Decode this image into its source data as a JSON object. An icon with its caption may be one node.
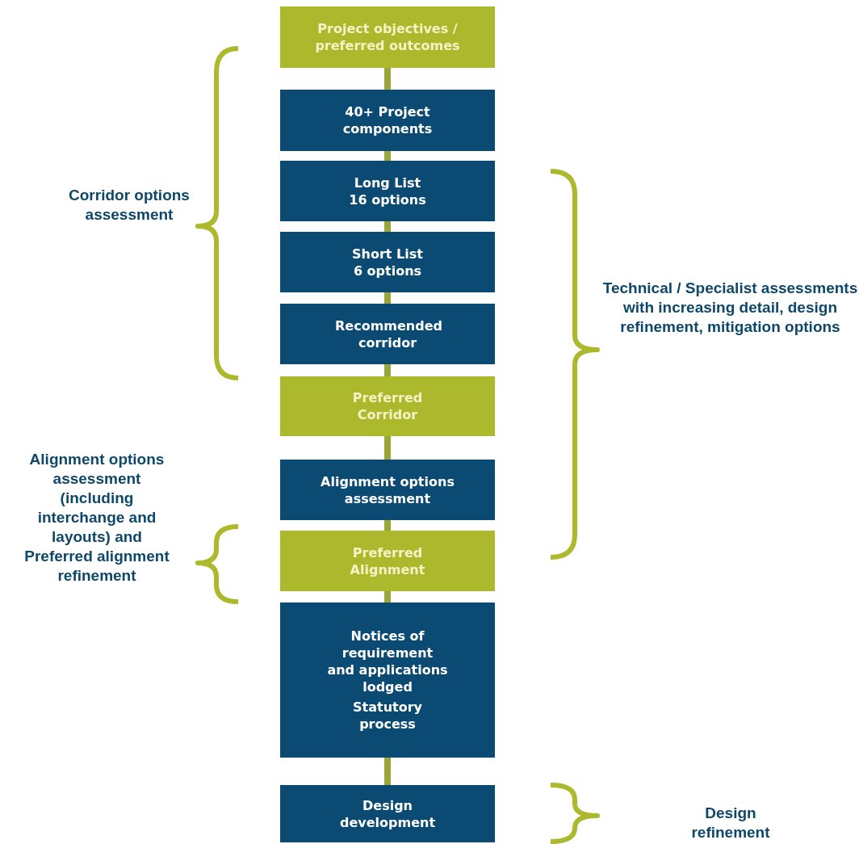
{
  "diagram": {
    "nodes": [
      {
        "text": [
          "Project objectives / preferred outcomes"
        ]
      },
      {
        "text": [
          "40+ Project components"
        ]
      },
      {
        "text": [
          "Long List 16 options"
        ]
      },
      {
        "text": [
          "Short List 6 options"
        ]
      },
      {
        "text": [
          "Recommended corridor"
        ]
      },
      {
        "text": [
          "Preferred Corridor"
        ]
      },
      {
        "text": [
          "Alignment options assessment"
        ]
      },
      {
        "text": [
          "Preferred Alignment"
        ]
      },
      {
        "text": [
          "Notices of requirement and applications lodged",
          "Statutory process"
        ]
      },
      {
        "text": [
          "Design development"
        ]
      }
    ],
    "edges": [
      {
        "from": 0,
        "to": 1,
        "arrow": "none"
      },
      {
        "from": 1,
        "to": 2,
        "arrow": "none"
      },
      {
        "from": 2,
        "to": 3,
        "arrow": "none"
      },
      {
        "from": 3,
        "to": 4,
        "arrow": "none"
      },
      {
        "from": 4,
        "to": 5,
        "arrow": "none"
      },
      {
        "from": 5,
        "to": 6,
        "arrow": "none"
      },
      {
        "from": 6,
        "to": 7,
        "arrow": "none"
      },
      {
        "from": 7,
        "to": 8,
        "arrow": "none"
      },
      {
        "from": 8,
        "to": 9,
        "arrow": "none"
      }
    ],
    "labels": [
      "Corridor options assessment",
      "Technical / Specialist assessments with increasing detail, design refinement, mitigation options",
      "Alignment options assessment (including interchange and layouts) and Preferred alignment refinement",
      "Design refinement"
    ]
  }
}
